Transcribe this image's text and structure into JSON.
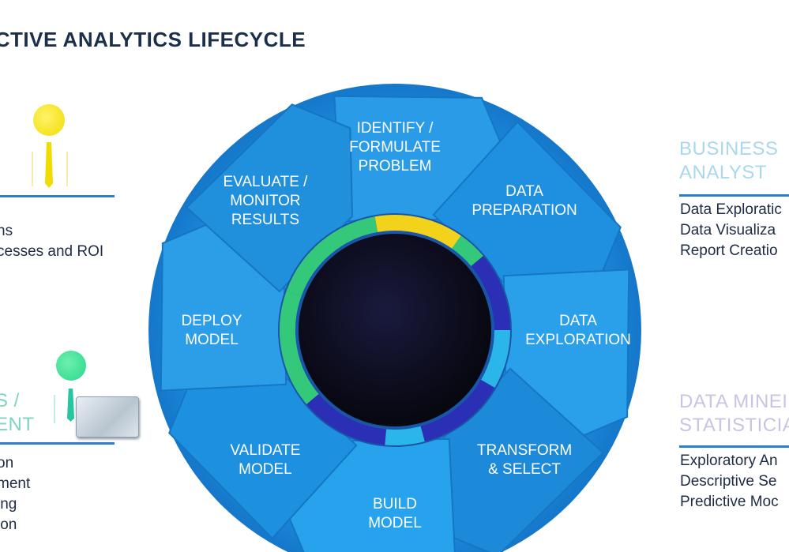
{
  "title": "ICTIVE ANALYTICS LIFECYCLE",
  "colors": {
    "accent_blue": "#2d7fc8",
    "segment_blue": "#1e90e0",
    "segment_light": "#3bb4ee",
    "business_analyst": "#a9d8ec",
    "data_miner": "#c9c3e4",
    "title": "#1c2f4a"
  },
  "left_top": {
    "lines": [
      "ns",
      "cesses and ROI"
    ],
    "icon": "person-yellow-icon"
  },
  "left_bottom": {
    "role_lines": [
      "S /",
      "ENT"
    ],
    "lines": [
      "on",
      "ment",
      "ing",
      "ion"
    ],
    "icon": "person-green-icon",
    "device_icon": "tablet-icon"
  },
  "business_analyst": {
    "role_lines": [
      "BUSINESS",
      "ANALYST"
    ],
    "lines": [
      "Data Exploratic",
      "Data Visualiza",
      "Report Creatio"
    ]
  },
  "data_miner": {
    "role_lines": [
      "DATA MINEI",
      "STATISTICIA"
    ],
    "lines": [
      "Exploratory An",
      "Descriptive Se",
      "Predictive Moc"
    ]
  },
  "segments": [
    {
      "lines": [
        "IDENTIFY /",
        "FORMULATE",
        "PROBLEM"
      ]
    },
    {
      "lines": [
        "DATA",
        "PREPARATION"
      ]
    },
    {
      "lines": [
        "DATA",
        "EXPLORATION"
      ]
    },
    {
      "lines": [
        "TRANSFORM",
        "& SELECT"
      ]
    },
    {
      "lines": [
        "BUILD",
        "MODEL"
      ]
    },
    {
      "lines": [
        "VALIDATE",
        "MODEL"
      ]
    },
    {
      "lines": [
        "DEPLOY",
        "MODEL"
      ]
    },
    {
      "lines": [
        "EVALUATE /",
        "MONITOR",
        "RESULTS"
      ]
    }
  ]
}
